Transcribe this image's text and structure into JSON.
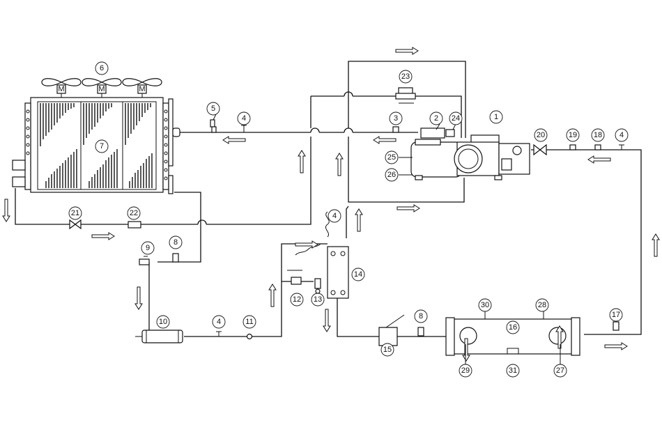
{
  "diagram": {
    "motor_label": "M",
    "callouts": {
      "c1": "1",
      "c2": "2",
      "c3": "3",
      "c4a": "4",
      "c4b": "4",
      "c4c": "4",
      "c4d": "4",
      "c5": "5",
      "c6": "6",
      "c7": "7",
      "c8a": "8",
      "c8b": "8",
      "c9": "9",
      "c10": "10",
      "c11": "11",
      "c12": "12",
      "c13": "13",
      "c14": "14",
      "c15": "15",
      "c16": "16",
      "c17": "17",
      "c18": "18",
      "c19": "19",
      "c20": "20",
      "c21": "21",
      "c22": "22",
      "c23": "23",
      "c24": "24",
      "c25": "25",
      "c26": "26",
      "c27": "27",
      "c28": "28",
      "c29": "29",
      "c30": "30",
      "c31": "31"
    },
    "icons": {
      "fan": "propeller-fan-icon",
      "motor": "motor-box-icon",
      "valve": "bowtie-valve-icon",
      "flow": "flow-direction-arrow-icon"
    },
    "colors": {
      "line": "#111111",
      "background": "#ffffff"
    }
  }
}
